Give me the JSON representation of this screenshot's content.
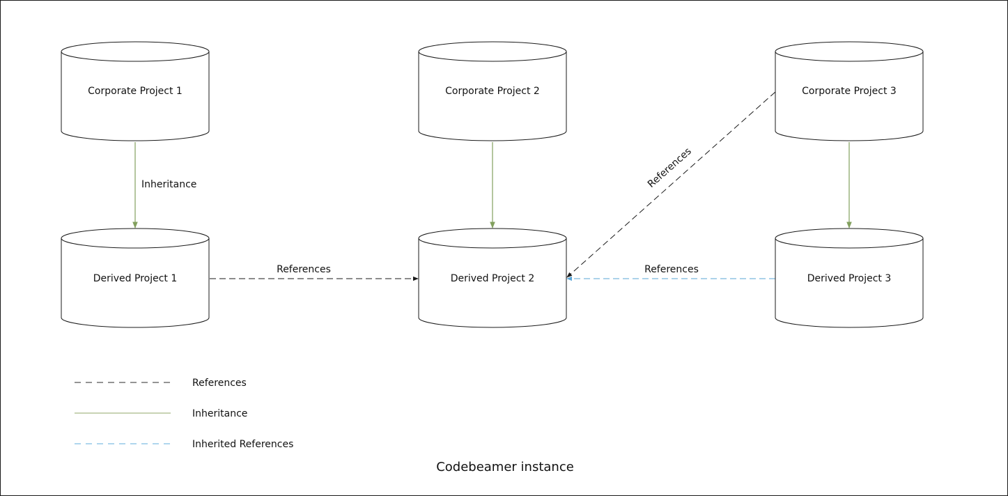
{
  "diagram": {
    "caption": "Codebeamer instance",
    "nodes": [
      {
        "id": "cp1",
        "label": "Corporate Project 1"
      },
      {
        "id": "cp2",
        "label": "Corporate Project 2"
      },
      {
        "id": "cp3",
        "label": "Corporate Project 3"
      },
      {
        "id": "dp1",
        "label": "Derived Project 1"
      },
      {
        "id": "dp2",
        "label": "Derived Project 2"
      },
      {
        "id": "dp3",
        "label": "Derived Project 3"
      }
    ],
    "edges": [
      {
        "from": "cp1",
        "to": "dp1",
        "kind": "inheritance",
        "label": "Inheritance"
      },
      {
        "from": "cp2",
        "to": "dp2",
        "kind": "inheritance",
        "label": ""
      },
      {
        "from": "cp3",
        "to": "dp3",
        "kind": "inheritance",
        "label": ""
      },
      {
        "from": "dp1",
        "to": "dp2",
        "kind": "references",
        "label": "References"
      },
      {
        "from": "cp3",
        "to": "dp2",
        "kind": "references",
        "label": "References"
      },
      {
        "from": "dp3",
        "to": "dp2",
        "kind": "inherited-references",
        "label": "References"
      }
    ],
    "legend": [
      {
        "kind": "references",
        "label": "References"
      },
      {
        "kind": "inheritance",
        "label": "Inheritance"
      },
      {
        "kind": "inherited-references",
        "label": "Inherited References"
      }
    ],
    "colors": {
      "references": "#1a1a1a",
      "inheritance": "#82a05e",
      "inherited_references": "#5aa5d6",
      "border": "#1a1a1a"
    }
  }
}
